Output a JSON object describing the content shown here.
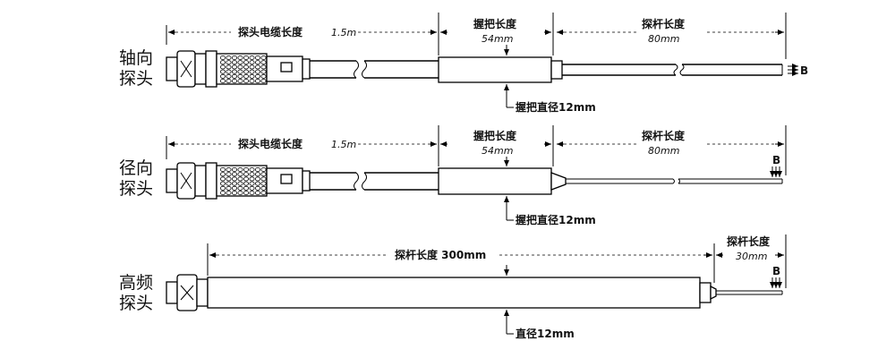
{
  "diagram": {
    "axial": {
      "name_line1": "轴向",
      "name_line2": "探头",
      "cable_label": "探头电缆长度",
      "cable_value": "1.5m",
      "handle_label": "握把长度",
      "handle_value": "54mm",
      "rod_label": "探杆长度",
      "rod_value": "80mm",
      "diameter_label": "握把直径12mm",
      "marker": "B"
    },
    "radial": {
      "name_line1": "径向",
      "name_line2": "探头",
      "cable_label": "探头电缆长度",
      "cable_value": "1.5m",
      "handle_label": "握把长度",
      "handle_value": "54mm",
      "rod_label": "探杆长度",
      "rod_value": "80mm",
      "diameter_label": "握把直径12mm",
      "marker": "B"
    },
    "hf": {
      "name_line1": "高频",
      "name_line2": "探头",
      "rod_label": "探杆长度 300mm",
      "tip_label": "探杆长度",
      "tip_value": "30mm",
      "diameter_label": "直径12mm",
      "marker": "B"
    }
  }
}
